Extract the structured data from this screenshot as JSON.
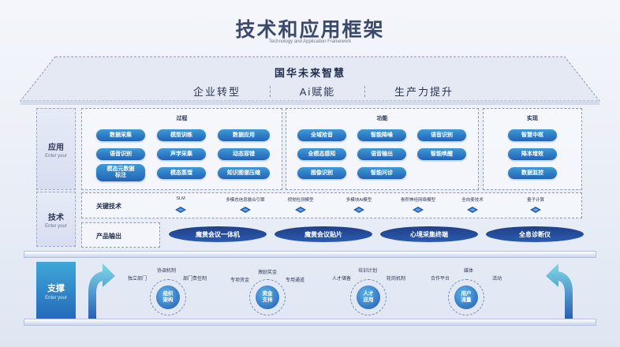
{
  "header": {
    "title": "技术和应用框架",
    "subtitle": "Technology and Application Framework"
  },
  "roof": {
    "line1": "国华未来智慧",
    "items": [
      "企业转型",
      "Ai赋能",
      "生产力提升"
    ]
  },
  "side_labels": {
    "application": {
      "zh": "应用",
      "en": "Enter your"
    },
    "technology": {
      "zh": "技术",
      "en": "Enter your"
    },
    "support": {
      "zh": "支撑",
      "en": "Enter your"
    }
  },
  "groups": {
    "process": {
      "title": "过程",
      "items": [
        "数据采集",
        "模型训练",
        "数据应用",
        "语音识别",
        "声学采集",
        "动态容错",
        "模态元数据\n标注",
        "模态蒸馏",
        "知识图谱压缩"
      ]
    },
    "function": {
      "title": "功能",
      "items": [
        "全域拾音",
        "智能降噪",
        "语音识别",
        "全模态感知",
        "语音输出",
        "智能唤醒",
        "图像识别",
        "智能问诊"
      ]
    },
    "realize": {
      "title": "实现",
      "items": [
        "智慧中枢",
        "降本增效",
        "数据监控"
      ]
    }
  },
  "tech_row": {
    "label": "关键技术",
    "items": [
      "SLM",
      "多模态信息融合引擎",
      "视觉检测模型",
      "多模块Ai模型",
      "卷积神经网络模型",
      "全向麦技术",
      "量子计算"
    ]
  },
  "product_row": {
    "label": "产品输出",
    "items": [
      "魔黄会议一体机",
      "魔黄会议贴片",
      "心境采集终端",
      "全息诊断仪"
    ]
  },
  "support": {
    "nodes": [
      {
        "center": "组织\n架构",
        "labels": [
          "协调机制",
          "独立部门",
          "部门责任制"
        ]
      },
      {
        "center": "资金\n支持",
        "labels": [
          "激励奖金",
          "专项资金",
          "专用通道"
        ]
      },
      {
        "center": "人才\n应用",
        "labels": [
          "培训计划",
          "人才储备",
          "轮岗机制"
        ]
      },
      {
        "center": "用户\n流量",
        "labels": [
          "媒体",
          "合作平台",
          "活动"
        ]
      }
    ]
  },
  "colors": {
    "pill_top": "#3c9bd6",
    "pill_bottom": "#2563b5",
    "product": "#1f3f86",
    "title": "#3b4a6b"
  }
}
